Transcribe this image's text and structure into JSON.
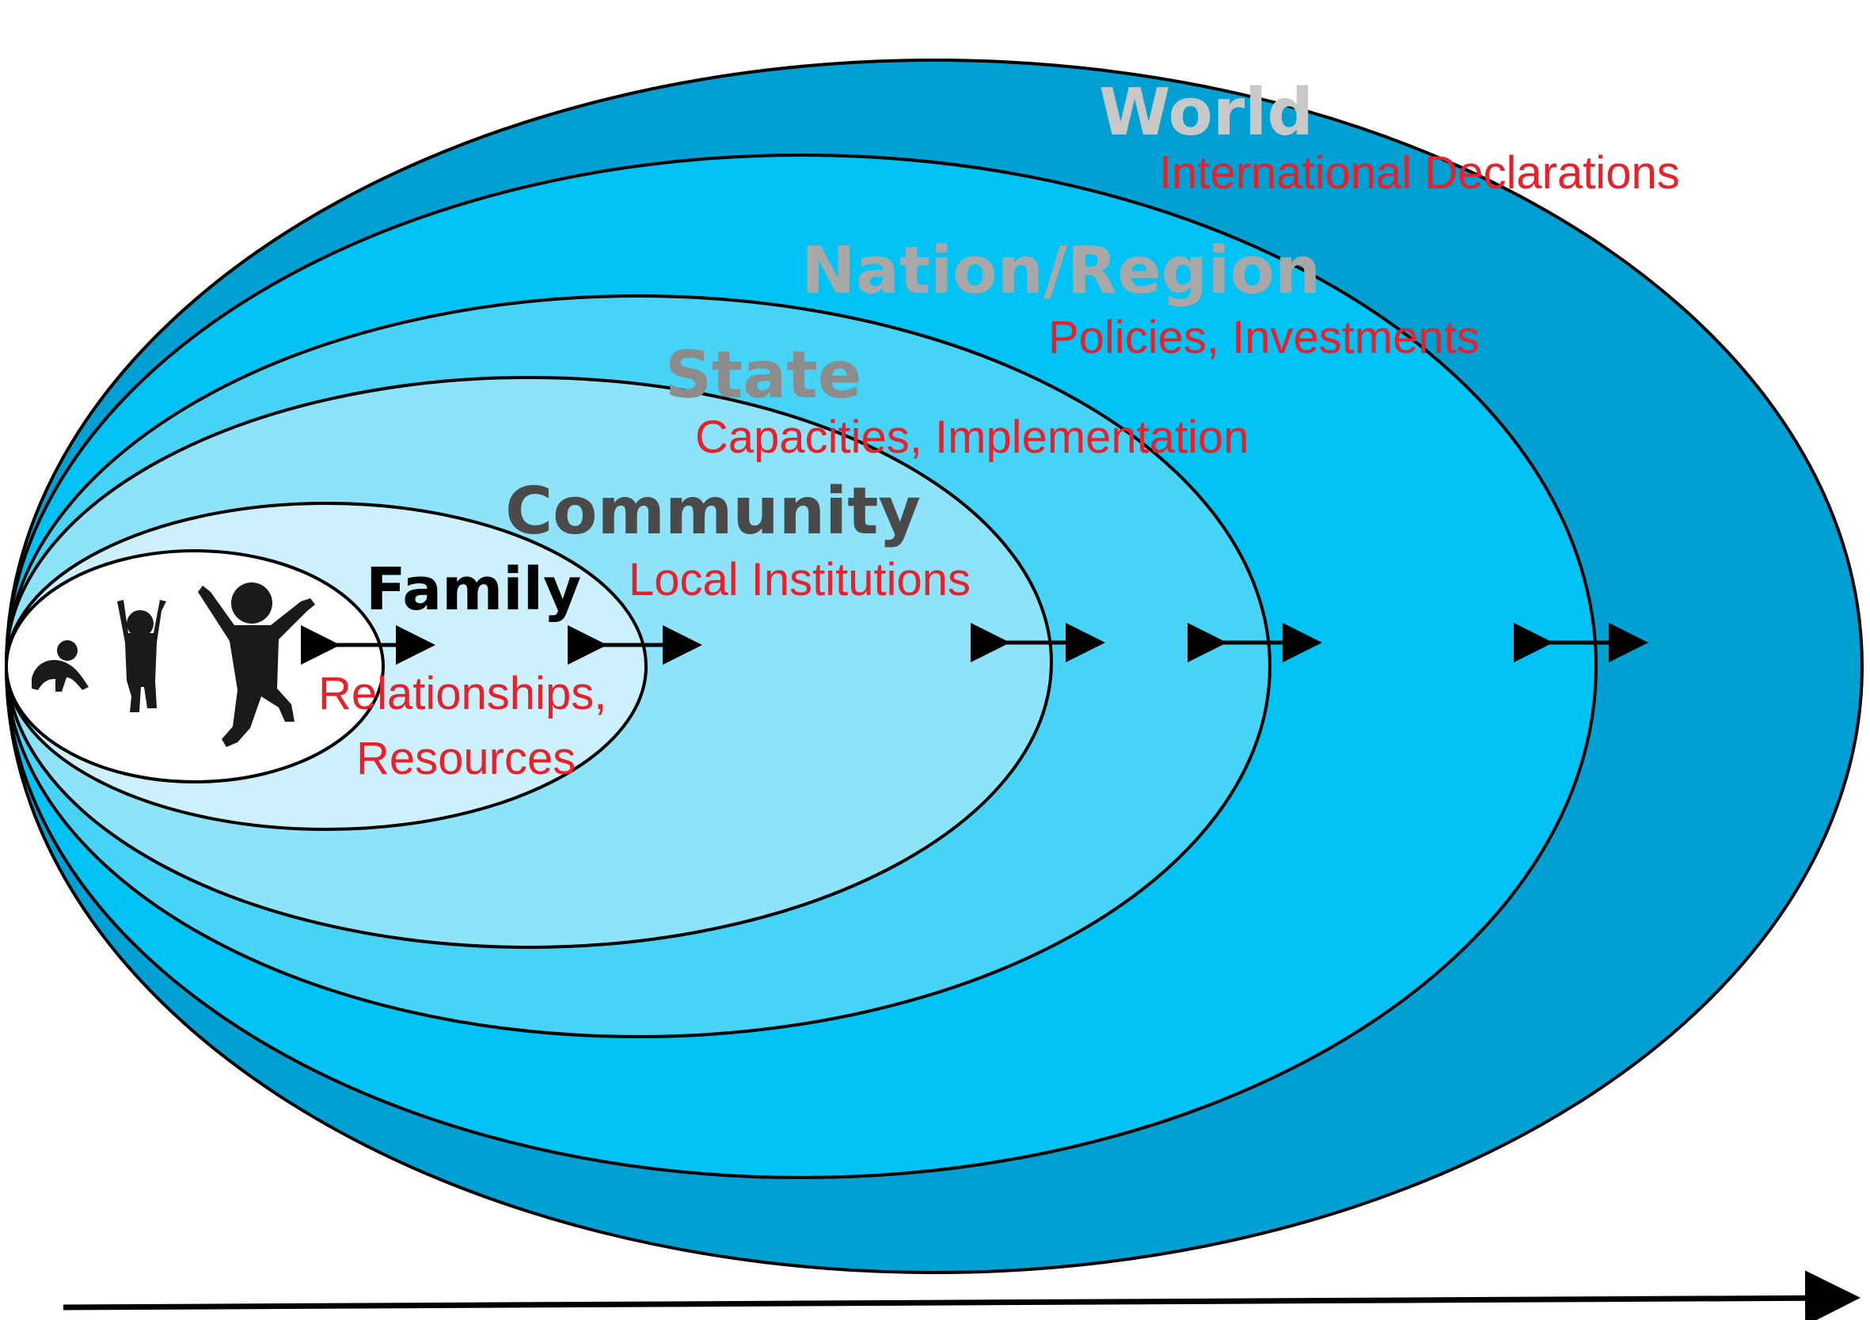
{
  "colors": {
    "world_fill": "#00a0d2",
    "nation_fill": "#00c2f3",
    "state_fill": "#46d3f6",
    "community_fill": "#8ee3f9",
    "family_fill": "#ccf1fc",
    "child_fill": "#ffffff",
    "outline": "#000000",
    "name_light": "#c8c8c8",
    "name_mid": "#a8a8a8",
    "name_state": "#8c8c8c",
    "name_community": "#4a4a4a",
    "name_family": "#000000",
    "desc_red": "#e8202a"
  },
  "levels": {
    "world": {
      "name": "World",
      "description": "International Declarations"
    },
    "nation": {
      "name": "Nation/Region",
      "description": "Policies, Investments"
    },
    "state": {
      "name": "State",
      "description": "Capacities, Implementation"
    },
    "community": {
      "name": "Community",
      "description": "Local Institutions"
    },
    "family": {
      "name": "Family",
      "description_line1": "Relationships,",
      "description_line2": "Resources"
    }
  },
  "icons": {
    "children": "child-silhouettes-icon",
    "boundary_arrows": "double-headed-arrow-icon",
    "axis_arrow": "right-arrow-icon"
  }
}
